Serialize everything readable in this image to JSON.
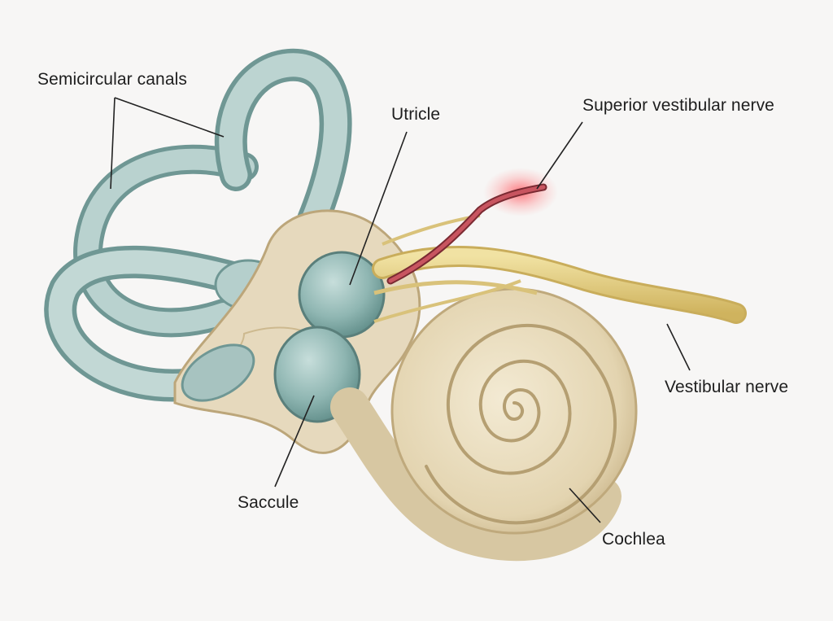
{
  "labels": {
    "semicircular_canals": "Semicircular canals",
    "utricle": "Utricle",
    "superior_vestibular_nerve": "Superior vestibular nerve",
    "vestibular_nerve": "Vestibular nerve",
    "saccule": "Saccule",
    "cochlea": "Cochlea"
  },
  "colors": {
    "background": "#f7f6f5",
    "canal": "#a9c4c2",
    "canal_light": "#cfe0de",
    "bone": "#e8dcc2",
    "bone_dark": "#c9b894",
    "otolith": "#8fb6b2",
    "nerve": "#e2cd7e",
    "nerve_highlight": "#b8404a",
    "highlight_glow": "#ff5a5a",
    "leader_line": "#222222"
  }
}
